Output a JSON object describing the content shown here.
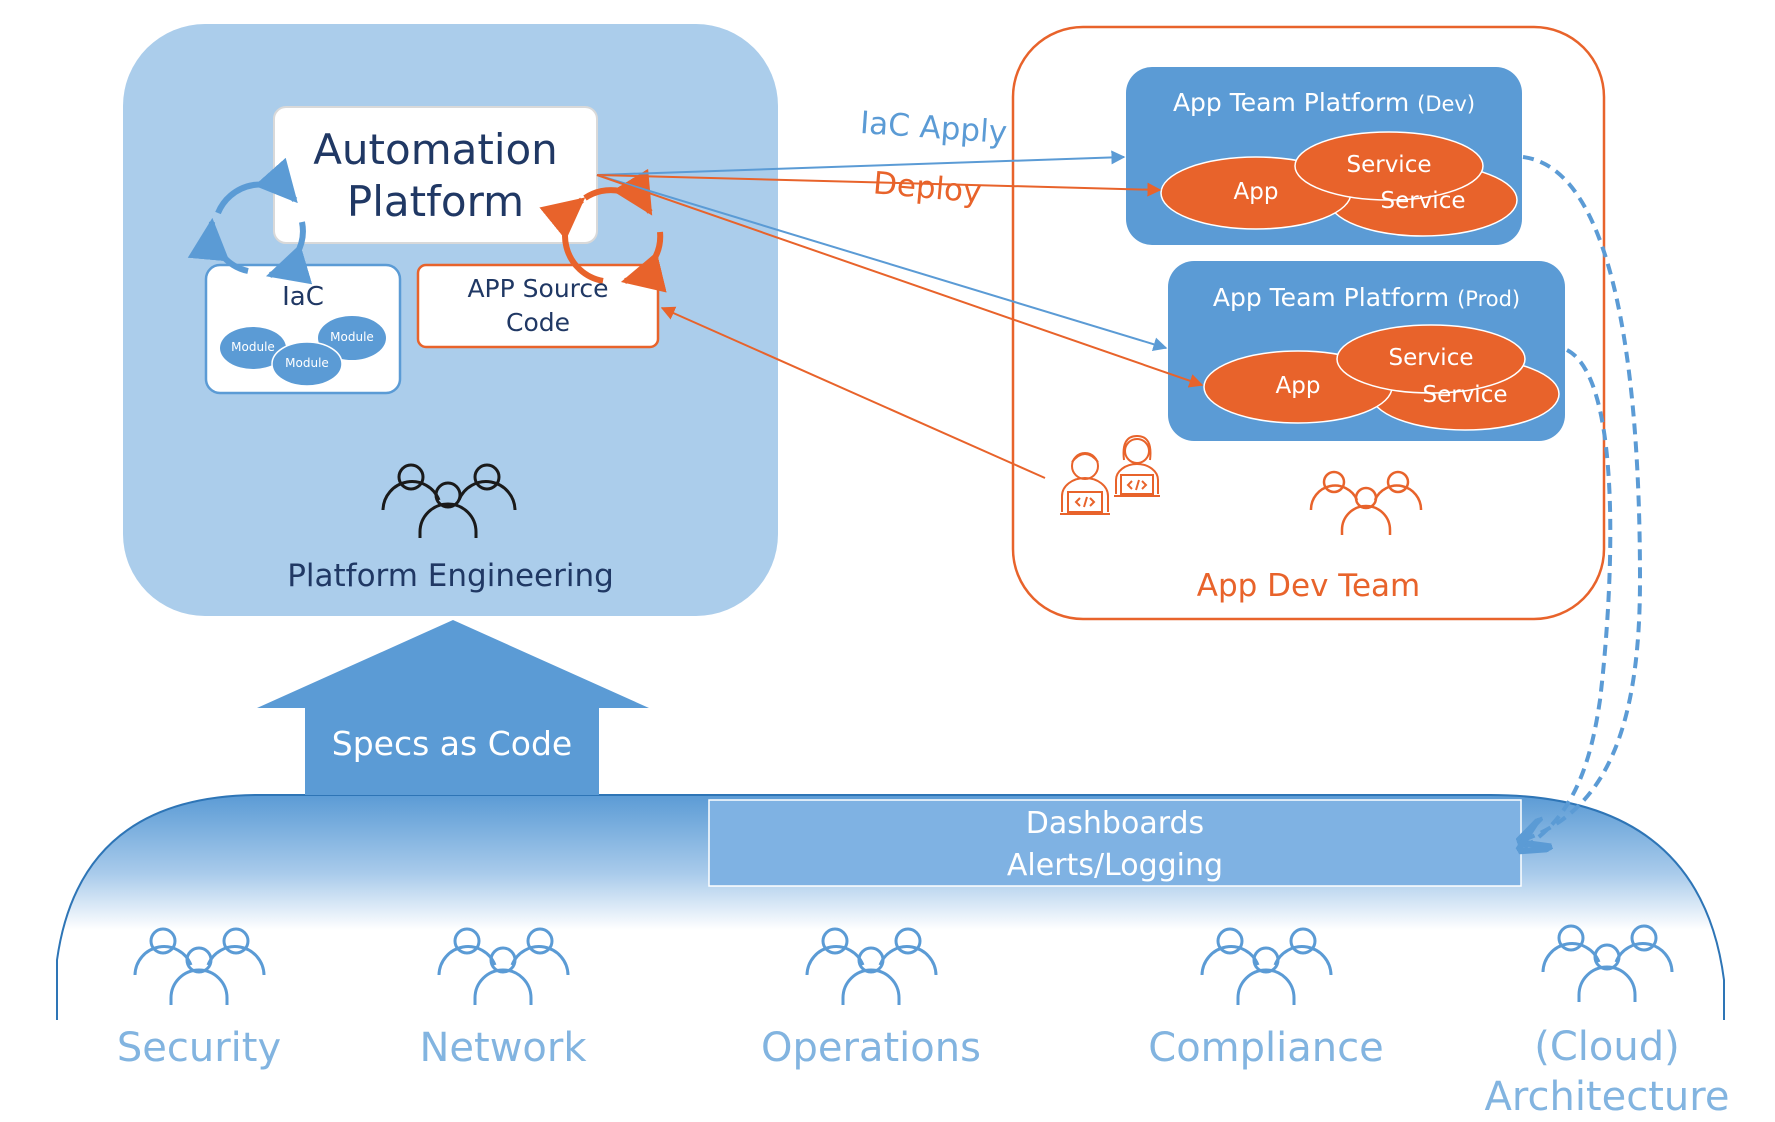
{
  "platform": {
    "automation_title_line1": "Automation",
    "automation_title_line2": "Platform",
    "iac_label": "IaC",
    "modules": [
      "Module",
      "Module",
      "Module"
    ],
    "app_source_line1": "APP Source",
    "app_source_line2": "Code",
    "team_label": "Platform Engineering"
  },
  "arrows": {
    "iac_apply": "IaC Apply",
    "deploy": "Deploy"
  },
  "app_dev": {
    "dev_platform_label": "App Team Platform",
    "dev_env": "(Dev)",
    "prod_platform_label": "App Team Platform",
    "prod_env": "(Prod)",
    "app_label": "App",
    "service_front": "Service",
    "service_back": "Service",
    "team_label": "App Dev Team"
  },
  "specs_label": "Specs as Code",
  "dashboards_line1": "Dashboards",
  "dashboards_line2": "Alerts/Logging",
  "teams": [
    {
      "line1": "Security"
    },
    {
      "line1": "Network"
    },
    {
      "line1": "Operations"
    },
    {
      "line1": "Compliance"
    },
    {
      "line1": "(Cloud)",
      "line2": "Architecture"
    }
  ],
  "colors": {
    "blue": "#5b9bd5",
    "light_blue": "#abcdeb",
    "orange": "#e8632b",
    "navy": "#203864",
    "team_text": "#82b4e0"
  }
}
